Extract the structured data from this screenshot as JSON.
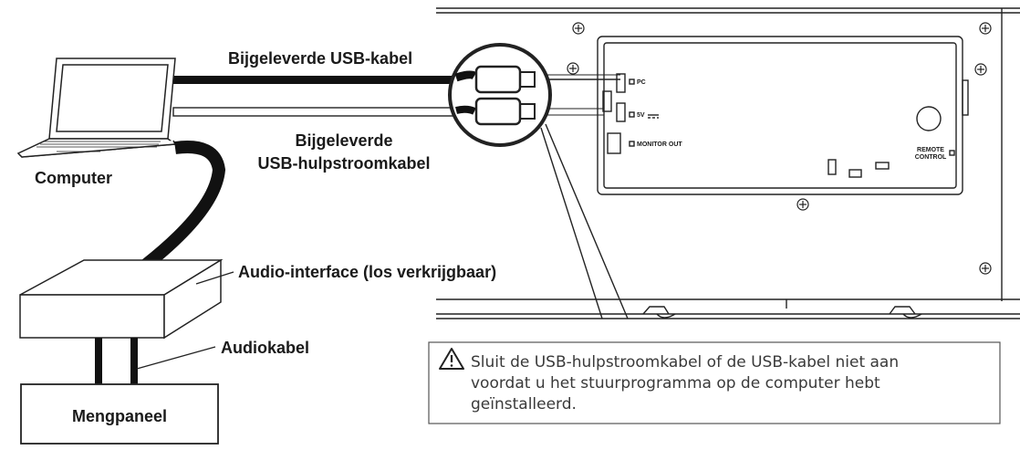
{
  "labels": {
    "usb_cable": "Bijgeleverde USB-kabel",
    "usb_power_cable_line1": "Bijgeleverde",
    "usb_power_cable_line2": "USB-hulpstroomkabel",
    "computer": "Computer",
    "audio_interface": "Audio-interface (los verkrijgbaar)",
    "audio_cable": "Audiokabel",
    "mixer": "Mengpaneel"
  },
  "device_panel": {
    "port_pc": "PC",
    "port_5v": "5V",
    "port_monitor_out": "MONITOR OUT",
    "remote_control_line1": "REMOTE",
    "remote_control_line2": "CONTROL"
  },
  "warning": {
    "icon": "warning-triangle-icon",
    "line1": "Sluit de USB-hulpstroomkabel of de USB-kabel niet aan",
    "line2": "voordat u het stuurprogramma op de computer hebt",
    "line3": "geïnstalleerd."
  }
}
